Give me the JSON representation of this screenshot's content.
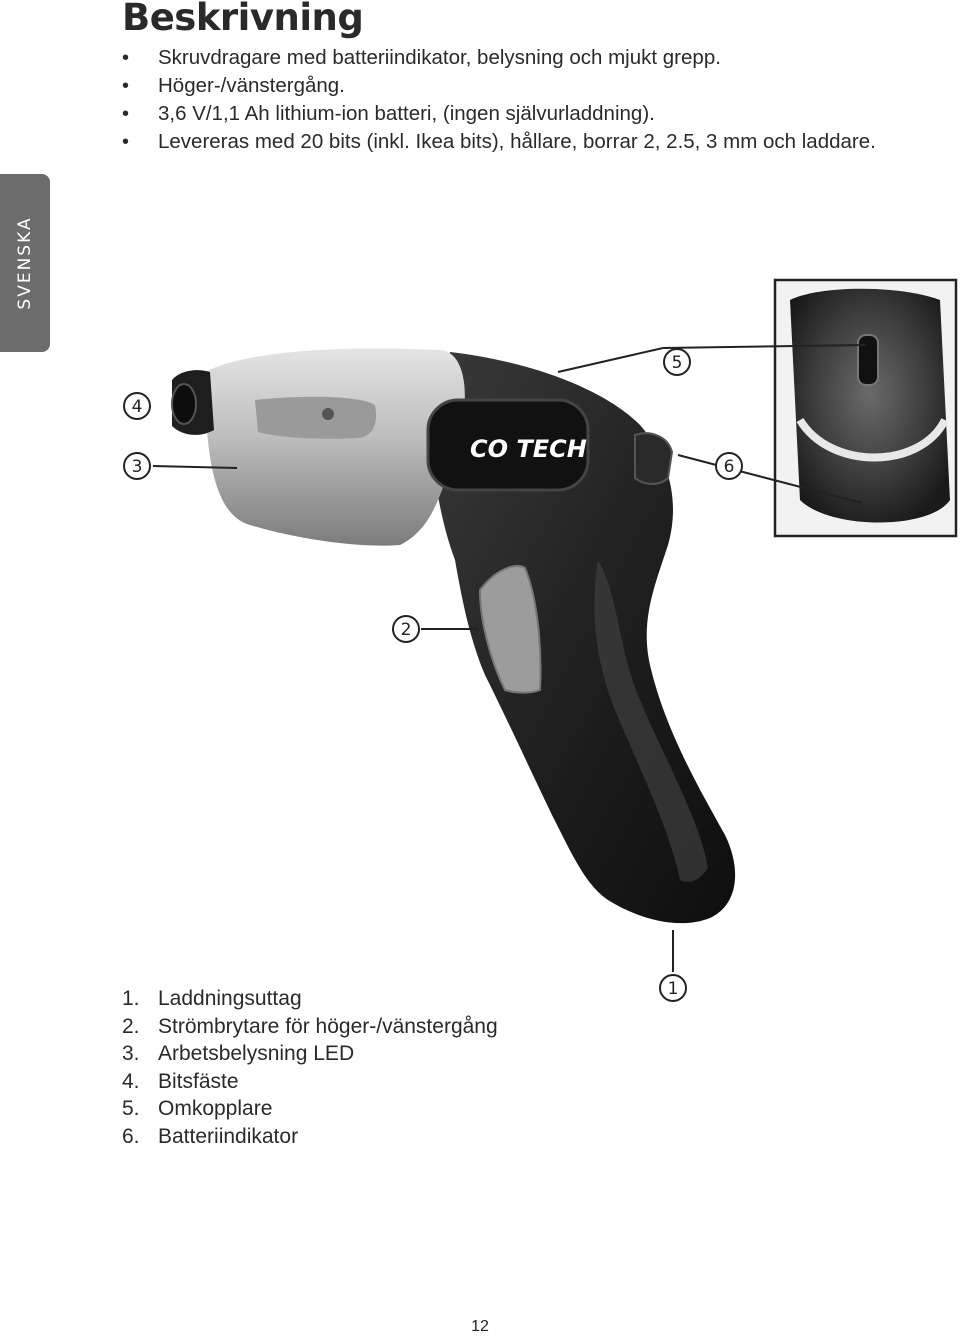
{
  "page_title": "Beskrivning",
  "features": [
    "Skruvdragare med batteriindikator, belysning och mjukt grepp.",
    "Höger-/vänstergång.",
    "3,6 V/1,1 Ah lithium-ion batteri, (ingen självurladdning).",
    "Levereras med 20 bits (inkl. Ikea bits), hållare, borrar 2, 2.5, 3 mm och laddare."
  ],
  "language_tab": "SVENSKA",
  "brand_logo": "CO TECH",
  "callouts": {
    "c1": "1",
    "c2": "2",
    "c3": "3",
    "c4": "4",
    "c5": "5",
    "c6": "6"
  },
  "parts": [
    {
      "num": "1.",
      "label": "Laddningsuttag"
    },
    {
      "num": "2.",
      "label": "Strömbrytare för höger-/vänstergång"
    },
    {
      "num": "3.",
      "label": "Arbetsbelysning LED"
    },
    {
      "num": "4.",
      "label": "Bitsfäste"
    },
    {
      "num": "5.",
      "label": "Omkopplare"
    },
    {
      "num": "6.",
      "label": "Batteriindikator"
    }
  ],
  "page_number": "12"
}
